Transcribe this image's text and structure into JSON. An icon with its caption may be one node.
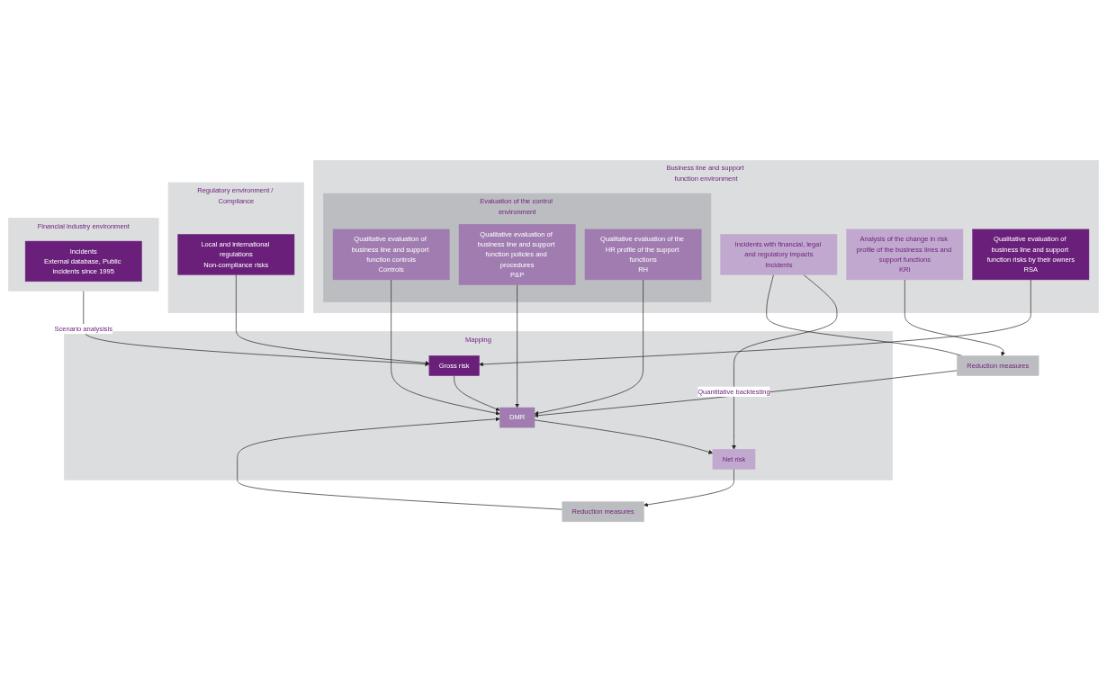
{
  "diagram": {
    "nodes": [
      {
        "text": [
          "Business line and support function environment"
        ]
      },
      {
        "text": [
          "Evaluation of the control environment"
        ],
        "in": 0
      },
      {
        "text": [
          "Qualitative evaluation of business line and support function controls",
          "Controls"
        ],
        "in": 1
      },
      {
        "text": [
          "Qualitative evaluation of business line and support function policies and procedures",
          "P&P"
        ],
        "in": 1
      },
      {
        "text": [
          "Qualitative evaluation of the HR profile of the support functions",
          "RH"
        ],
        "in": 1
      },
      {
        "text": [
          "Incidents with financial, legal and regulatory impacts",
          "Incidents"
        ],
        "in": 0
      },
      {
        "text": [
          "Analysis of the change in risk profile of the business lines and support functions",
          "KRI"
        ],
        "in": 0
      },
      {
        "text": [
          "Qualitative evaluation of business line and support function risks by their owners",
          "RSA"
        ],
        "in": 0
      },
      {
        "text": [
          "Mapping"
        ]
      },
      {
        "text": [
          "Gross risk"
        ],
        "in": 8
      },
      {
        "text": [
          "DMR"
        ],
        "in": 8
      },
      {
        "text": [
          "Net risk"
        ],
        "in": 8
      },
      {
        "text": [
          "Reduction measures"
        ]
      },
      {
        "text": [
          "Reduction measures"
        ]
      },
      {
        "text": [
          "Regulatory environment / Compliance"
        ]
      },
      {
        "text": [
          "Local and international regulations",
          "Non-compliance risks"
        ],
        "in": 14
      },
      {
        "text": [
          "Financial industry environment"
        ]
      },
      {
        "text": [
          "Incidents",
          "External database, Public incidents since 1995"
        ],
        "in": 16
      }
    ],
    "edges": [
      {
        "from": 2,
        "to": 10,
        "arrow": "to"
      },
      {
        "from": 3,
        "to": 10,
        "arrow": "to"
      },
      {
        "from": 4,
        "to": 10,
        "arrow": "to"
      },
      {
        "from": 5,
        "to": 11,
        "arrow": "to",
        "label": "Quantitative backtesting"
      },
      {
        "from": 5,
        "to": 13,
        "arrow": "none"
      },
      {
        "from": 6,
        "to": 13,
        "arrow": "to"
      },
      {
        "from": 7,
        "to": 9,
        "arrow": "to"
      },
      {
        "from": 9,
        "to": 10,
        "arrow": "to"
      },
      {
        "from": 10,
        "to": 11,
        "arrow": "to"
      },
      {
        "from": 11,
        "to": 12,
        "arrow": "to"
      },
      {
        "from": 12,
        "to": 10,
        "arrow": "to"
      },
      {
        "from": 13,
        "to": 10,
        "arrow": "to"
      },
      {
        "from": 15,
        "to": 9,
        "arrow": "to"
      },
      {
        "from": 16,
        "to": 9,
        "arrow": "to",
        "label": "Scenario analysisis"
      }
    ]
  }
}
